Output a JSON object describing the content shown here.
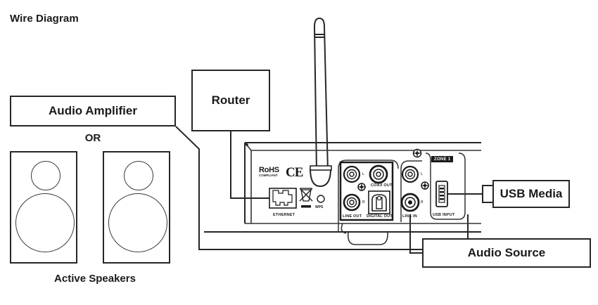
{
  "title": "Wire Diagram",
  "boxes": {
    "amplifier": "Audio Amplifier",
    "or": "OR",
    "speakers": "Active Speakers",
    "router": "Router",
    "usb_media": "USB Media",
    "audio_source": "Audio Source"
  },
  "device_panel": {
    "compliance": {
      "rohs_main": "RoHS",
      "rohs_sub": "COMPLIANT",
      "ce_mark": "CE",
      "weee_icon": "crossed-out-wheelie-bin-icon"
    },
    "ports": [
      {
        "id": "ethernet",
        "label": "ETHERNET",
        "icon": "rj45-icon"
      },
      {
        "id": "wps",
        "label": "WPS",
        "icon": "wps-button-icon"
      },
      {
        "id": "line-out",
        "label": "LINE OUT",
        "channels": [
          "L",
          "R"
        ],
        "icon": "rca-jack-icon"
      },
      {
        "id": "digital-out",
        "label": "DIGITAL OUT",
        "sub_label": "COAX OUT",
        "icon": "optical-toslink-icon"
      },
      {
        "id": "line-in",
        "label": "LINE IN",
        "channels": [
          "L",
          "R"
        ],
        "icon": "rca-jack-icon"
      },
      {
        "id": "usb-input",
        "label": "USB INPUT",
        "icon": "usb-a-port-icon"
      }
    ],
    "zone_badge": "ZONE 1",
    "antenna": "wifi-antenna-icon"
  },
  "colors": {
    "stroke": "#262626",
    "text": "#1a1a1a",
    "panel_detail": "#333333",
    "background": "#ffffff",
    "badge_bg": "#1a1a1a",
    "badge_text": "#ffffff"
  }
}
